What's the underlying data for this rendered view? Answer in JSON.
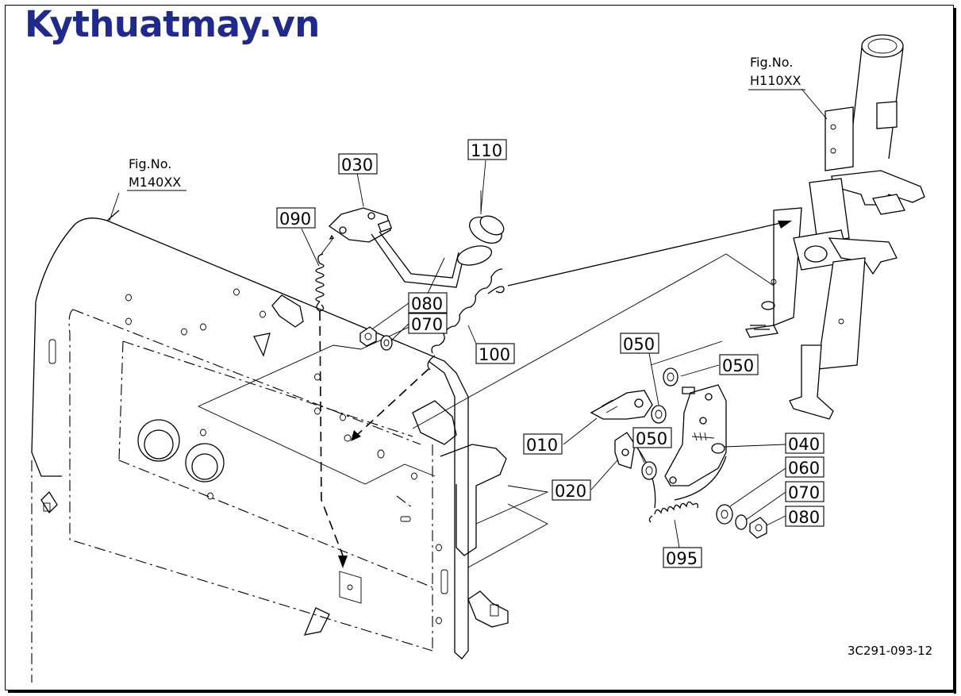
{
  "brand": {
    "text": "Kythuatmay.vn",
    "color": "#1f2a8c"
  },
  "figures": {
    "left": {
      "label": "Fig.No.",
      "code": "M140XX"
    },
    "right": {
      "label": "Fig.No.",
      "code": "H110XX"
    }
  },
  "drawing_code": "3C291-093-12",
  "callouts": {
    "c010": "010",
    "c020": "020",
    "c030": "030",
    "c040": "040",
    "c050a": "050",
    "c050b": "050",
    "c050c": "050",
    "c060": "060",
    "c070a": "070",
    "c070b": "070",
    "c080a": "080",
    "c080b": "080",
    "c090": "090",
    "c095": "095",
    "c100": "100",
    "c110": "110"
  }
}
